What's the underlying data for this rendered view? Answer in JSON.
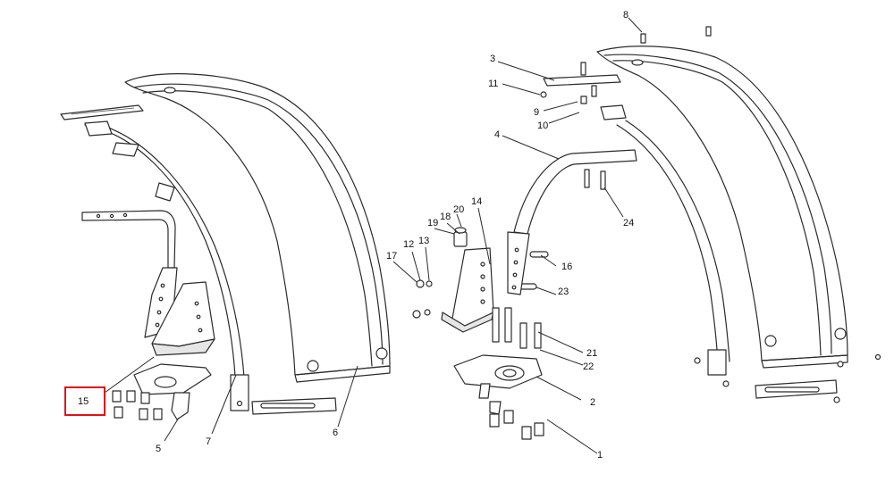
{
  "callouts": [
    {
      "id": "c1",
      "text": "1"
    },
    {
      "id": "c2",
      "text": "2"
    },
    {
      "id": "c3",
      "text": "3"
    },
    {
      "id": "c4",
      "text": "4"
    },
    {
      "id": "c5",
      "text": "5"
    },
    {
      "id": "c6",
      "text": "6"
    },
    {
      "id": "c7",
      "text": "7"
    },
    {
      "id": "c8",
      "text": "8"
    },
    {
      "id": "c9",
      "text": "9"
    },
    {
      "id": "c10",
      "text": "10"
    },
    {
      "id": "c11",
      "text": "11"
    },
    {
      "id": "c12",
      "text": "12"
    },
    {
      "id": "c13",
      "text": "13"
    },
    {
      "id": "c14",
      "text": "14"
    },
    {
      "id": "c15",
      "text": "15"
    },
    {
      "id": "c16",
      "text": "16"
    },
    {
      "id": "c17",
      "text": "17"
    },
    {
      "id": "c18",
      "text": "18"
    },
    {
      "id": "c19",
      "text": "19"
    },
    {
      "id": "c20",
      "text": "20"
    },
    {
      "id": "c21",
      "text": "21"
    },
    {
      "id": "c22",
      "text": "22"
    },
    {
      "id": "c23",
      "text": "23"
    },
    {
      "id": "c24",
      "text": "24"
    }
  ],
  "highlight": {
    "callout": "15",
    "color": "#e0121a"
  }
}
